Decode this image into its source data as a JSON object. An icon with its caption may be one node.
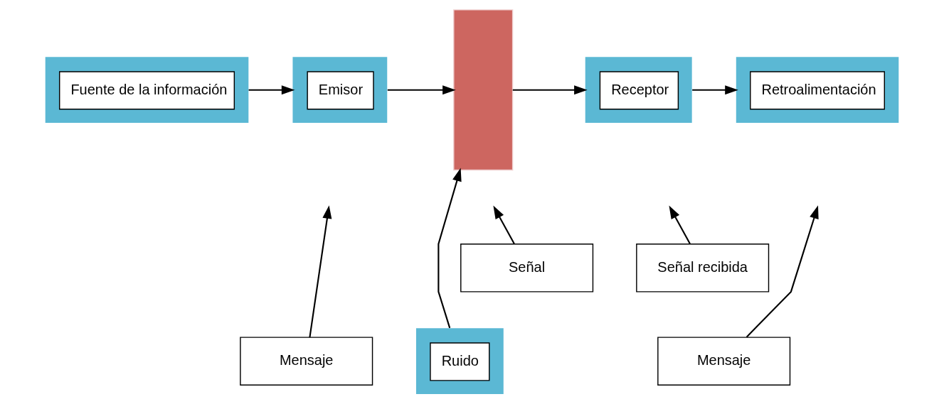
{
  "diagram": {
    "nodes": [
      {
        "text": [
          "Fuente de la información"
        ]
      },
      {
        "text": [
          "Emisor"
        ]
      },
      {
        "text": [],
        "shape": "bar"
      },
      {
        "text": [
          "Receptor"
        ]
      },
      {
        "text": [
          "Retroalimentación"
        ]
      },
      {
        "text": [
          "Mensaje"
        ]
      },
      {
        "text": [
          "Señal"
        ]
      },
      {
        "text": [
          "Ruido"
        ]
      },
      {
        "text": [
          "Señal recibida"
        ]
      },
      {
        "text": [
          "Mensaje"
        ]
      }
    ],
    "edges": [
      {
        "from": 0,
        "to": 1,
        "arrow": "to"
      },
      {
        "from": 1,
        "to": 2,
        "arrow": "to"
      },
      {
        "from": 2,
        "to": 3,
        "arrow": "to"
      },
      {
        "from": 3,
        "to": 4,
        "arrow": "to"
      },
      {
        "from": 5,
        "to": null,
        "arrow": "to"
      },
      {
        "from": 6,
        "to": null,
        "arrow": "to"
      },
      {
        "from": 7,
        "to": 2,
        "arrow": "to"
      },
      {
        "from": 8,
        "to": null,
        "arrow": "to"
      },
      {
        "from": 9,
        "to": null,
        "arrow": "to"
      }
    ]
  }
}
